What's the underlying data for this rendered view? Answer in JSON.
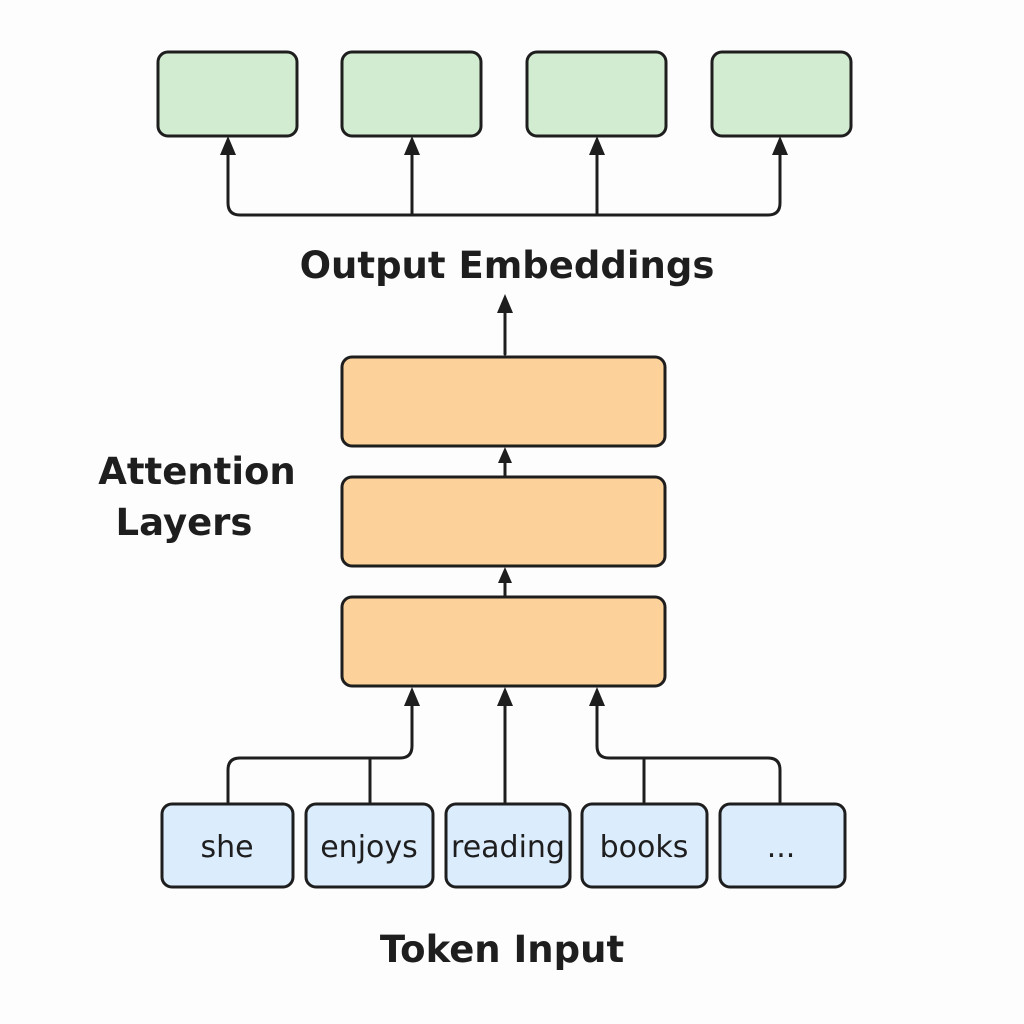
{
  "labels": {
    "output": "Output Embeddings",
    "attention_line1": "Attention",
    "attention_line2": "Layers",
    "input": "Token Input"
  },
  "tokens": [
    "she",
    "enjoys",
    "reading",
    "books",
    "..."
  ],
  "colors": {
    "output_fill": "#d1ecd0",
    "layer_fill": "#fdd19a",
    "token_fill": "#dbecfd",
    "stroke": "#1e1e1e",
    "background": "#fdfdfd"
  }
}
